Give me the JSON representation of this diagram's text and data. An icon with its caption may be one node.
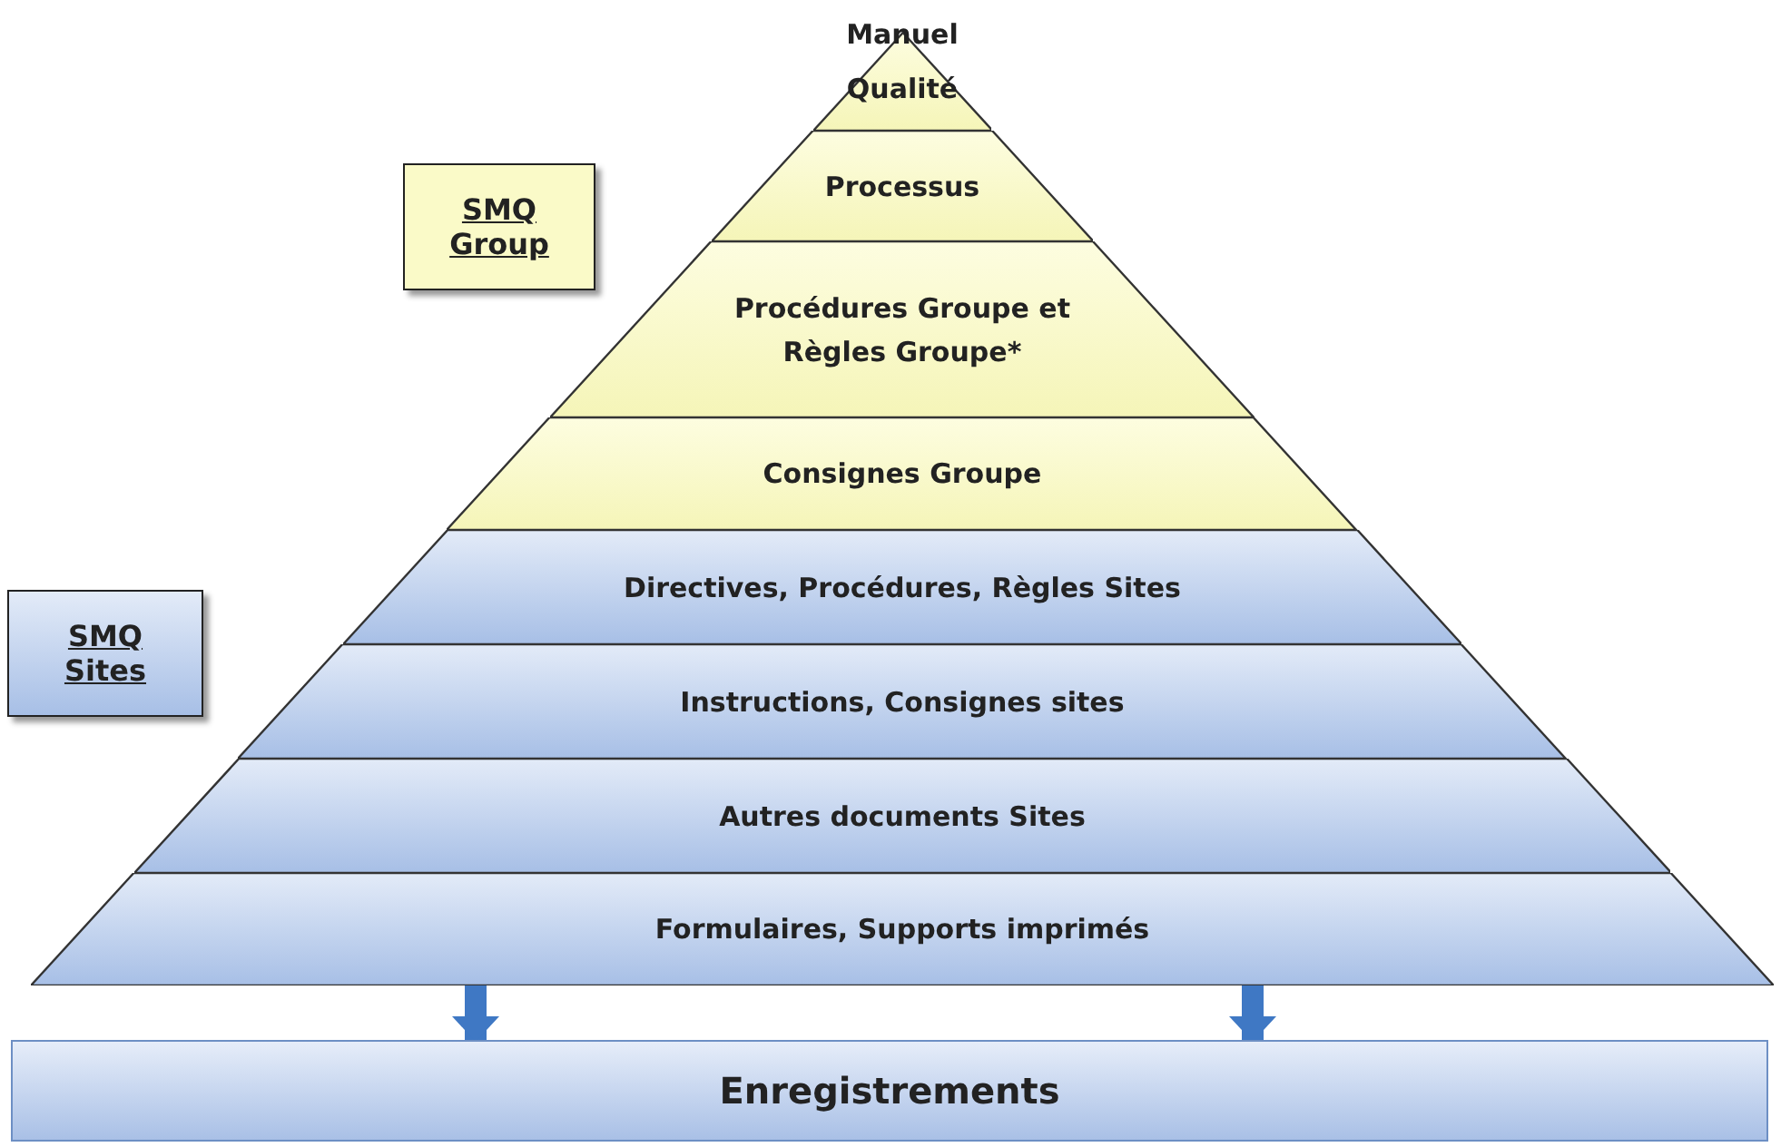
{
  "diagram": {
    "nodes": [
      {
        "text": [
          "Manuel Qualité"
        ]
      },
      {
        "text": [
          "SMQ Group"
        ]
      },
      {
        "text": [
          "Processus"
        ]
      },
      {
        "text": [
          "Procédures Groupe et Règles Groupe*"
        ]
      },
      {
        "text": [
          "Consignes Groupe"
        ]
      },
      {
        "text": [
          "SMQ Sites"
        ]
      },
      {
        "text": [
          "Directives, Procédures, Règles  Sites"
        ]
      },
      {
        "text": [
          "Instructions,  Consignes sites"
        ]
      },
      {
        "text": [
          "Autres documents Sites"
        ]
      },
      {
        "text": [
          "Formulaires, Supports imprimés"
        ]
      },
      {
        "text": [
          "Enregistrements"
        ]
      }
    ],
    "edges": [
      {
        "from": 9,
        "to": 10,
        "arrow": "to"
      },
      {
        "from": 9,
        "to": 10,
        "arrow": "to"
      }
    ]
  }
}
